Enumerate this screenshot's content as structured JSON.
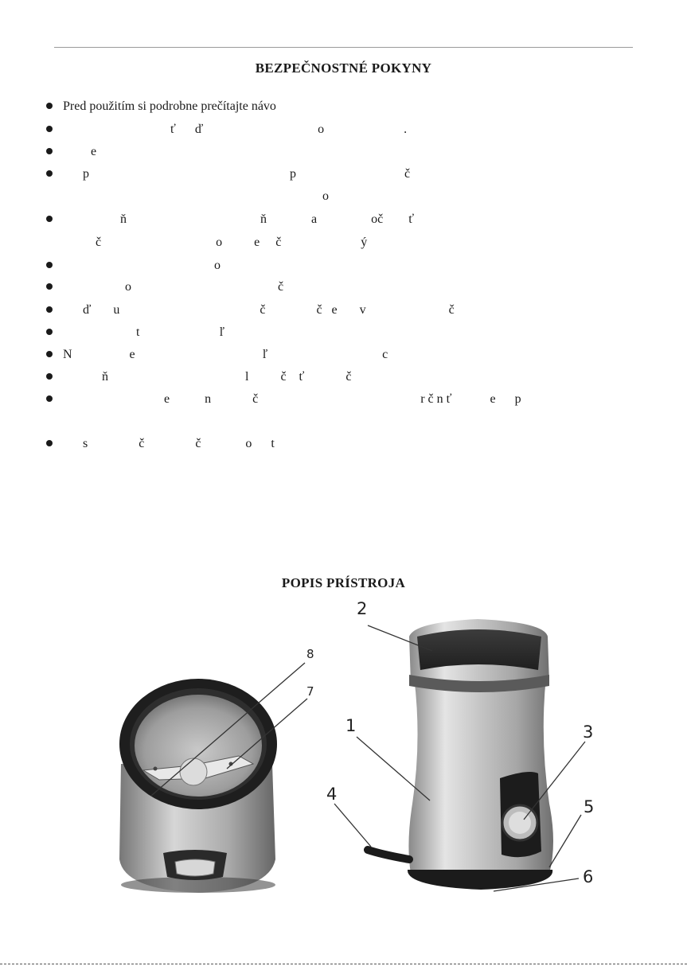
{
  "headings": {
    "safety": "BEZPEČNOSTNÉ  POKYNY",
    "description": "POPIS PRÍSTROJA"
  },
  "safety_lines": [
    "Pred použitím si podrobne prečítajte návo",
    "ť      ď                                    o                         .",
    "e",
    "p                                                               p                                  č",
    "o",
    "ň                                          ň              a                 oč        ť",
    "č                                    o          e     č                         ý",
    "o",
    "o                                              č",
    "ď       u                                            č                č   e       v                          č",
    "t                         ľ",
    "N                  e                                        ľ                                    c",
    "ň                                           l          č    ť             č",
    "e           n             č                                                   r č n ť            e      p",
    "s                č                č              o      t"
  ],
  "part_numbers": [
    "1",
    "2",
    "3",
    "4",
    "5",
    "6",
    "7",
    "8"
  ],
  "colors": {
    "steel_light": "#d8d8d8",
    "steel_dark": "#7a7a7a",
    "lid_dark": "#2b2b2b",
    "base_black": "#1b1b1b"
  }
}
